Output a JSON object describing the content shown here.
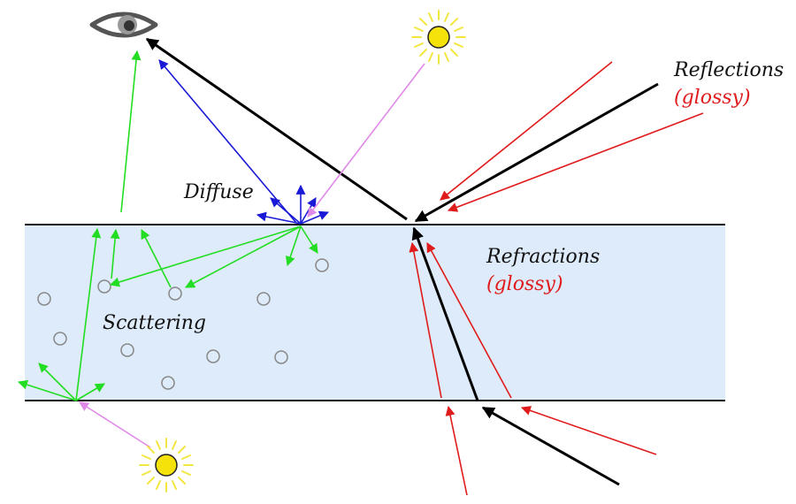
{
  "labels": {
    "reflections": "Reflections",
    "reflections_sub": "(glossy)",
    "refractions": "Refractions",
    "refractions_sub": "(glossy)",
    "diffuse": "Diffuse",
    "scattering": "Scattering"
  },
  "colors": {
    "slab_fill": "#deebfa",
    "boundary": "#111111",
    "specular_ray": "#000000",
    "glossy_ray": "#e01b1b",
    "diffuse_ray": "#1a1ad6",
    "scatter_ray": "#22dd22",
    "light_ray": "#e08ae8",
    "sun_core": "#f5e20a",
    "sun_rays": "#f2e640",
    "particle": "#888888"
  },
  "icons": [
    "eye-icon",
    "sun-icon"
  ]
}
